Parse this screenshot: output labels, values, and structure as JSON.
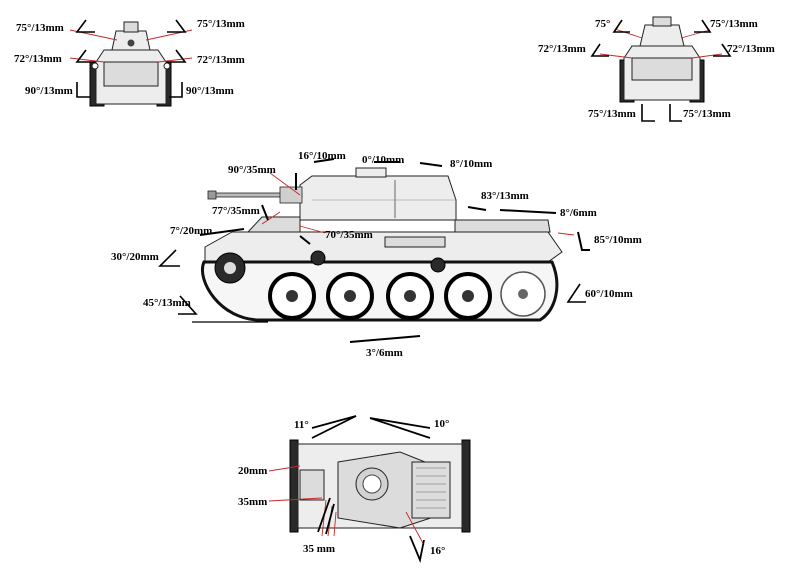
{
  "front_view": {
    "labels": [
      {
        "id": "fl1",
        "text": "75°/13mm"
      },
      {
        "id": "fl2",
        "text": "75°/13mm"
      },
      {
        "id": "fl3",
        "text": "72°/13mm"
      },
      {
        "id": "fl4",
        "text": "72°/13mm"
      },
      {
        "id": "fl5",
        "text": "90°/13mm"
      },
      {
        "id": "fl6",
        "text": "90°/13mm"
      }
    ]
  },
  "rear_view": {
    "labels": [
      {
        "id": "rl1",
        "text": "75°"
      },
      {
        "id": "rl2",
        "text": "75°/13mm"
      },
      {
        "id": "rl3",
        "text": "72°/13mm"
      },
      {
        "id": "rl4",
        "text": "72°/13mm"
      },
      {
        "id": "rl5",
        "text": "75°/13mm"
      },
      {
        "id": "rl6",
        "text": "75°/13mm"
      }
    ]
  },
  "side_view": {
    "labels": [
      {
        "id": "sl1",
        "text": "16°/10mm"
      },
      {
        "id": "sl2",
        "text": "0°/10mm"
      },
      {
        "id": "sl3",
        "text": "8°/10mm"
      },
      {
        "id": "sl4",
        "text": "90°/35mm"
      },
      {
        "id": "sl5",
        "text": "83°/13mm"
      },
      {
        "id": "sl6",
        "text": "8°/6mm"
      },
      {
        "id": "sl7",
        "text": "77°/35mm"
      },
      {
        "id": "sl8",
        "text": "7°/20mm"
      },
      {
        "id": "sl9",
        "text": "70°/35mm"
      },
      {
        "id": "sl10",
        "text": "85°/10mm"
      },
      {
        "id": "sl11",
        "text": "30°/20mm"
      },
      {
        "id": "sl12",
        "text": "60°/10mm"
      },
      {
        "id": "sl13",
        "text": "45°/13mm"
      },
      {
        "id": "sl14",
        "text": "3°/6mm"
      }
    ]
  },
  "top_view": {
    "labels": [
      {
        "id": "tl1",
        "text": "11°"
      },
      {
        "id": "tl2",
        "text": "10°"
      },
      {
        "id": "tl3",
        "text": "20mm"
      },
      {
        "id": "tl4",
        "text": "35mm"
      },
      {
        "id": "tl5",
        "text": "35 mm"
      },
      {
        "id": "tl6",
        "text": "16°"
      }
    ]
  },
  "colors": {
    "label": "#000000",
    "angle_marker": "#000000",
    "pointer_line": "#c62828",
    "background": "#ffffff"
  }
}
